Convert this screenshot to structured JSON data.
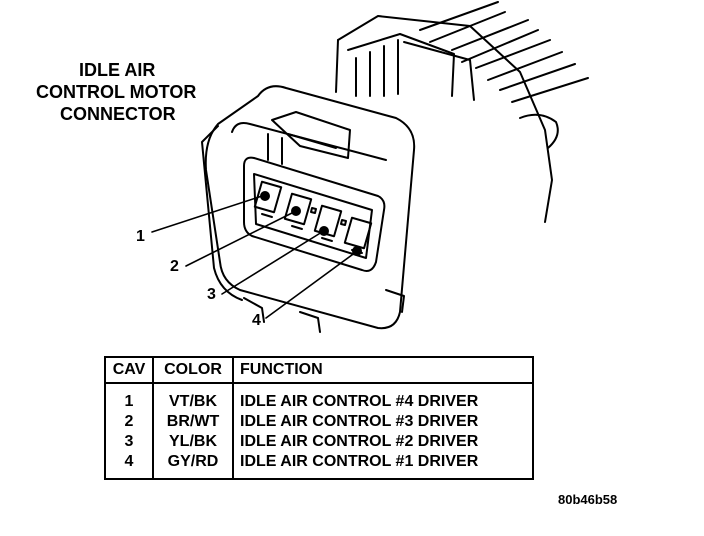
{
  "title": {
    "line1": "IDLE AIR",
    "line2": "CONTROL MOTOR",
    "line3": "CONNECTOR"
  },
  "pin_callouts": [
    "1",
    "2",
    "3",
    "4"
  ],
  "table": {
    "headers": {
      "cav": "CAV",
      "color": "COLOR",
      "function": "FUNCTION"
    },
    "rows": [
      {
        "cav": "1",
        "color": "VT/BK",
        "function": "IDLE AIR CONTROL #4 DRIVER"
      },
      {
        "cav": "2",
        "color": "BR/WT",
        "function": "IDLE AIR CONTROL #3 DRIVER"
      },
      {
        "cav": "3",
        "color": "YL/BK",
        "function": "IDLE AIR CONTROL #2 DRIVER"
      },
      {
        "cav": "4",
        "color": "GY/RD",
        "function": "IDLE AIR CONTROL #1 DRIVER"
      }
    ]
  },
  "figure_id": "80b46b58"
}
